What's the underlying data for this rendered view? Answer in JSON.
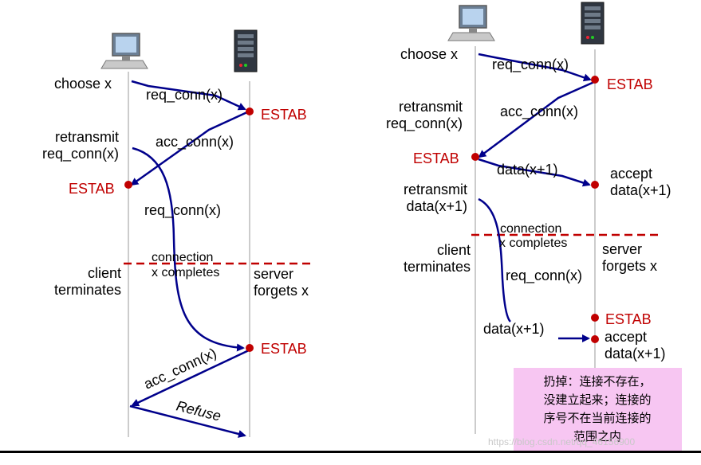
{
  "left": {
    "choose": "choose x",
    "req1": "req_conn(x)",
    "estab_server1": "ESTAB",
    "retransmit_1": "retransmit",
    "retransmit_2": "req_conn(x)",
    "acc1": "acc_conn(x)",
    "estab_client": "ESTAB",
    "req2": "req_conn(x)",
    "conn_completes_1": "connection",
    "conn_completes_2": "x completes",
    "client_term_1": "client",
    "client_term_2": "terminates",
    "server_forgets_1": "server",
    "server_forgets_2": "forgets x",
    "estab_server2": "ESTAB",
    "acc2": "acc_conn(x)",
    "refuse": "Refuse"
  },
  "right": {
    "choose": "choose x",
    "req1": "req_conn(x)",
    "estab_server1": "ESTAB",
    "retransmit_1": "retransmit",
    "retransmit_2": "req_conn(x)",
    "acc1": "acc_conn(x)",
    "estab_client": "ESTAB",
    "data1": "data(x+1)",
    "accept1_1": "accept",
    "accept1_2": "data(x+1)",
    "retransmit_data_1": "retransmit",
    "retransmit_data_2": "data(x+1)",
    "conn_completes_1": "connection",
    "conn_completes_2": "x completes",
    "client_term_1": "client",
    "client_term_2": "terminates",
    "server_forgets_1": "server",
    "server_forgets_2": "forgets x",
    "req2": "req_conn(x)",
    "estab_server2": "ESTAB",
    "accept2_1": "accept",
    "accept2_2": "data(x+1)",
    "data2": "data(x+1)"
  },
  "note": {
    "line1": "扔掉：连接不存在，",
    "line2": "没建立起来；连接的",
    "line3": "序号不在当前连接的",
    "line4": "范围之内"
  },
  "watermark": "https://blog.csdn.net/qq_46156900",
  "colors": {
    "arrow": "#00008b",
    "estab_red": "#c00000",
    "dashed_red": "#c00000",
    "note_bg": "#f7c6f2"
  },
  "icons": [
    "client-computer-icon",
    "server-tower-icon"
  ]
}
